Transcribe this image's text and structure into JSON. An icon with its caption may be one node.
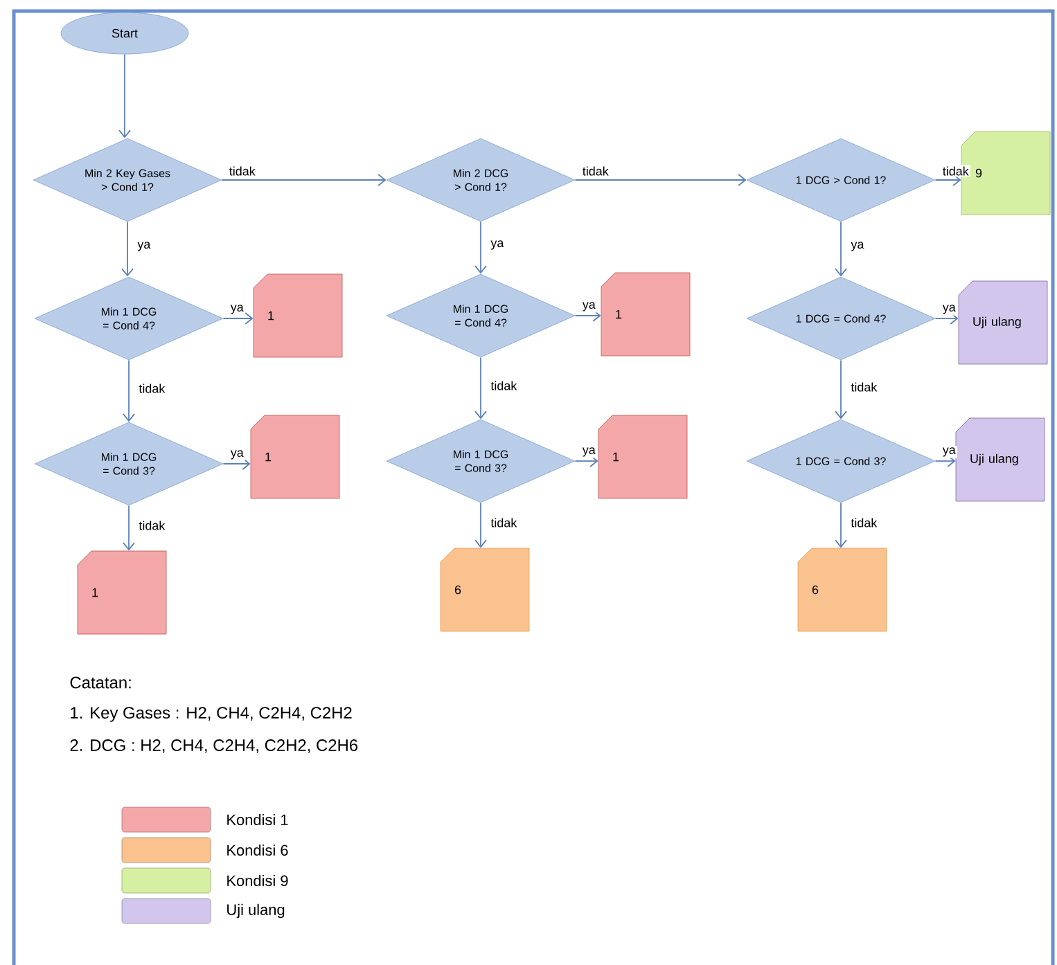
{
  "diagram": {
    "nodes": [
      {
        "text": [
          "Start"
        ]
      },
      {
        "text": [
          "Min 2 Key Gases > Cond 1?"
        ]
      },
      {
        "text": [
          "Min 1 DCG = Cond 4?"
        ]
      },
      {
        "text": [
          "1"
        ]
      },
      {
        "text": [
          "Min 1 DCG = Cond 3?"
        ]
      },
      {
        "text": [
          "1"
        ]
      },
      {
        "text": [
          "1"
        ]
      },
      {
        "text": [
          "Min 2 DCG > Cond 1?"
        ]
      },
      {
        "text": [
          "Min 1 DCG = Cond 4?"
        ]
      },
      {
        "text": [
          "1"
        ]
      },
      {
        "text": [
          "Min 1 DCG = Cond 3?"
        ]
      },
      {
        "text": [
          "1"
        ]
      },
      {
        "text": [
          "6"
        ]
      },
      {
        "text": [
          "1 DCG > Cond 1?"
        ]
      },
      {
        "text": [
          "9"
        ]
      },
      {
        "text": [
          "1 DCG = Cond 4?"
        ]
      },
      {
        "text": [
          "Uji ulang"
        ]
      },
      {
        "text": [
          "1 DCG = Cond 3?"
        ]
      },
      {
        "text": [
          "Uji ulang"
        ]
      },
      {
        "text": [
          "6"
        ]
      }
    ],
    "edges": [
      {
        "from": 0,
        "to": 1,
        "arrow": "to"
      },
      {
        "from": 1,
        "to": 7,
        "arrow": "to",
        "label": "tidak"
      },
      {
        "from": 1,
        "to": 2,
        "arrow": "to",
        "label": "ya"
      },
      {
        "from": 2,
        "to": 3,
        "arrow": "to",
        "label": "ya"
      },
      {
        "from": 2,
        "to": 4,
        "arrow": "to",
        "label": "tidak"
      },
      {
        "from": 4,
        "to": 5,
        "arrow": "to",
        "label": "ya"
      },
      {
        "from": 4,
        "to": 6,
        "arrow": "to",
        "label": "tidak"
      },
      {
        "from": 7,
        "to": 13,
        "arrow": "to",
        "label": "tidak"
      },
      {
        "from": 7,
        "to": 8,
        "arrow": "to",
        "label": "ya"
      },
      {
        "from": 8,
        "to": 9,
        "arrow": "to",
        "label": "ya"
      },
      {
        "from": 8,
        "to": 10,
        "arrow": "to",
        "label": "tidak"
      },
      {
        "from": 10,
        "to": 11,
        "arrow": "to",
        "label": "ya"
      },
      {
        "from": 10,
        "to": 12,
        "arrow": "to",
        "label": "tidak"
      },
      {
        "from": 13,
        "to": 14,
        "arrow": "to",
        "label": "tidak"
      },
      {
        "from": 13,
        "to": 15,
        "arrow": "to",
        "label": "ya"
      },
      {
        "from": 15,
        "to": 16,
        "arrow": "to",
        "label": "ya"
      },
      {
        "from": 15,
        "to": 17,
        "arrow": "to",
        "label": "tidak"
      },
      {
        "from": 17,
        "to": 18,
        "arrow": "to",
        "label": "ya"
      },
      {
        "from": 17,
        "to": 19,
        "arrow": "to",
        "label": "tidak"
      }
    ],
    "labels": [
      "Catatan:",
      "1. Key Gases : H2, CH4, C2H4, C2H2",
      "2. DCG : H2, CH4, C2H4, C2H2, C2H6"
    ],
    "legend": [
      {
        "text": "Kondisi 1",
        "color": "#f4a7a9"
      },
      {
        "text": "Kondisi 6",
        "color": "#f9c28f"
      },
      {
        "text": "Kondisi 9",
        "color": "#d5f0a2"
      },
      {
        "text": "Uji ulang",
        "color": "#d2c6ec"
      }
    ]
  }
}
